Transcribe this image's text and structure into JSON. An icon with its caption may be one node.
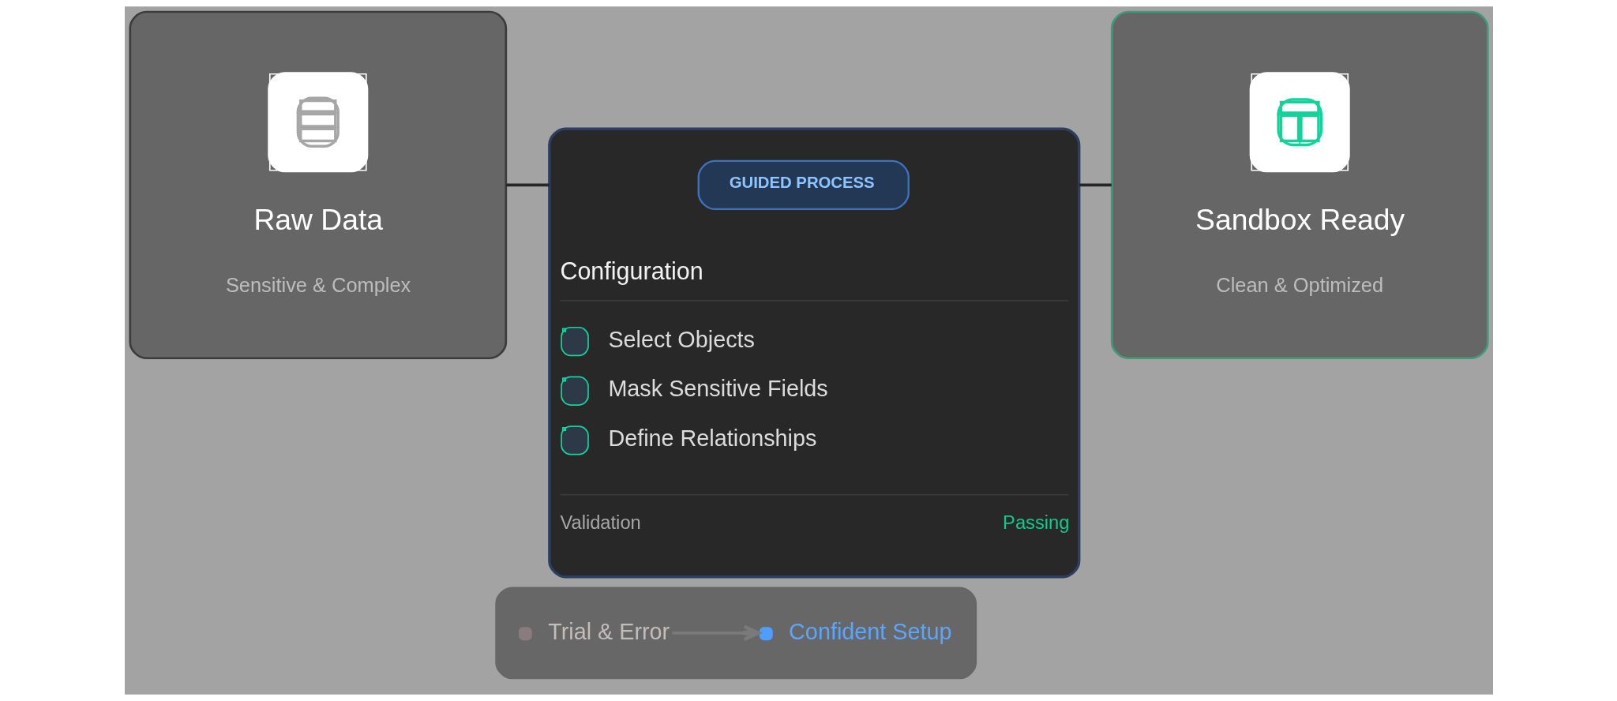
{
  "diagram": {
    "nodes": [
      {
        "text": [
          "Raw Data",
          "Sensitive & Complex"
        ]
      },
      {
        "text": [
          "Configuration",
          "Select Objects",
          "Mask Sensitive Fields",
          "Define Relationships",
          "Validation",
          "Passing"
        ]
      },
      {
        "text": [
          "GUIDED PROCESS"
        ],
        "in": 1
      },
      {
        "text": [
          "Sandbox Ready",
          "Clean & Optimized"
        ]
      },
      {
        "text": [],
        "shape": "box"
      },
      {
        "text": [
          "Trial & Error"
        ],
        "in": 4
      },
      {
        "text": [
          "Confident Setup"
        ],
        "in": 4
      }
    ],
    "edges": [
      {
        "from": 0,
        "to": 1,
        "arrow": "none"
      },
      {
        "from": 1,
        "to": 3,
        "arrow": "none"
      },
      {
        "from": 5,
        "to": 6,
        "arrow": "to",
        "color": "#7a7a7a"
      }
    ]
  }
}
